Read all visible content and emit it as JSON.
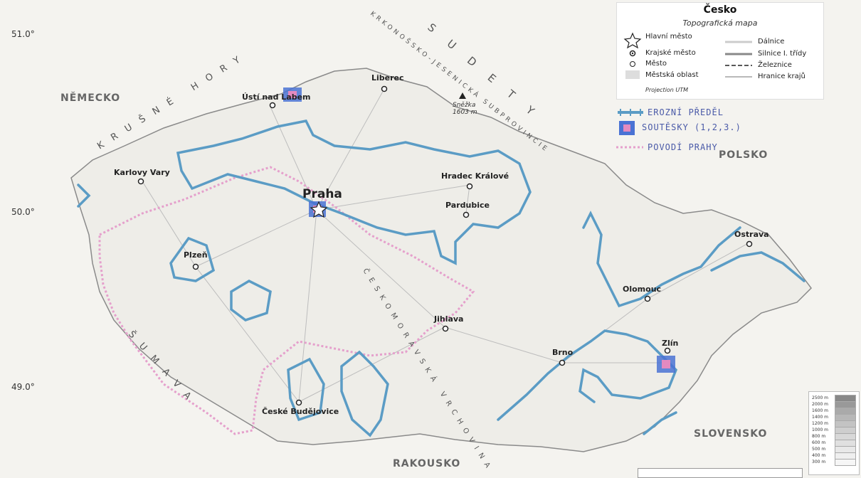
{
  "legend": {
    "title": "Česko",
    "subtitle": "Topografická mapa",
    "items_left": [
      {
        "icon": "star-icon",
        "label": "Hlavní město"
      },
      {
        "icon": "target-dot-icon",
        "label": "Krajské město"
      },
      {
        "icon": "circle-icon",
        "label": "Město"
      },
      {
        "icon": "area-swatch-icon",
        "label": "Městská oblast"
      }
    ],
    "items_right": [
      {
        "icon": "motorway-line-icon",
        "label": "Dálnice"
      },
      {
        "icon": "road-line-icon",
        "label": "Silnice I. třídy"
      },
      {
        "icon": "railway-line-icon",
        "label": "Železnice"
      },
      {
        "icon": "border-line-icon",
        "label": "Hranice krajů"
      }
    ],
    "projection": "Projection UTM"
  },
  "annotations": {
    "divide": "EROZNÍ PŘEDĚL",
    "gorges": "SOUTĚSKY (1,2,3.)",
    "basin": "POVODÍ PRAHY"
  },
  "latitudes": [
    "51.0°",
    "50.0°",
    "49.0°"
  ],
  "countries": {
    "germany": "NĚMECKO",
    "poland": "POLSKO",
    "austria": "RAKOUSKO",
    "slovakia": "SLOVENSKO"
  },
  "ranges": {
    "krusne": "KRUŠNÉ HORY",
    "sumava": "ŠUMAVA",
    "sudety": "SUDETY",
    "krkonos": "KRKONOŠSKO-JESENICKÁ SUBPROVINCIE",
    "vysocina": "ČESKOMORAVSKÁ VRCHOVINA"
  },
  "cities": {
    "praha": "Praha",
    "usti": "Ústí nad Labem",
    "liberec": "Liberec",
    "karlovy": "Karlovy Vary",
    "hradec": "Hradec Králové",
    "pardubice": "Pardubice",
    "plzen": "Plzeň",
    "jihlava": "Jihlava",
    "olomouc": "Olomouc",
    "ostrava": "Ostrava",
    "zlin": "Zlín",
    "brno": "Brno",
    "budejovice": "České Budějovice"
  },
  "peak": {
    "name": "Sněžka",
    "height": "1603 m"
  },
  "elevation_scale": [
    "2500 m",
    "2000 m",
    "1600 m",
    "1400 m",
    "1200 m",
    "1000 m",
    "800 m",
    "600 m",
    "500 m",
    "400 m",
    "300 m"
  ],
  "colors": {
    "divide": "#5b9cc5",
    "gorge": "#4a72d4",
    "gorge_inner": "#e48ac0",
    "basin": "#e5a0cc",
    "border": "#8a8a8a",
    "handwriting": "#4a5aa8"
  }
}
